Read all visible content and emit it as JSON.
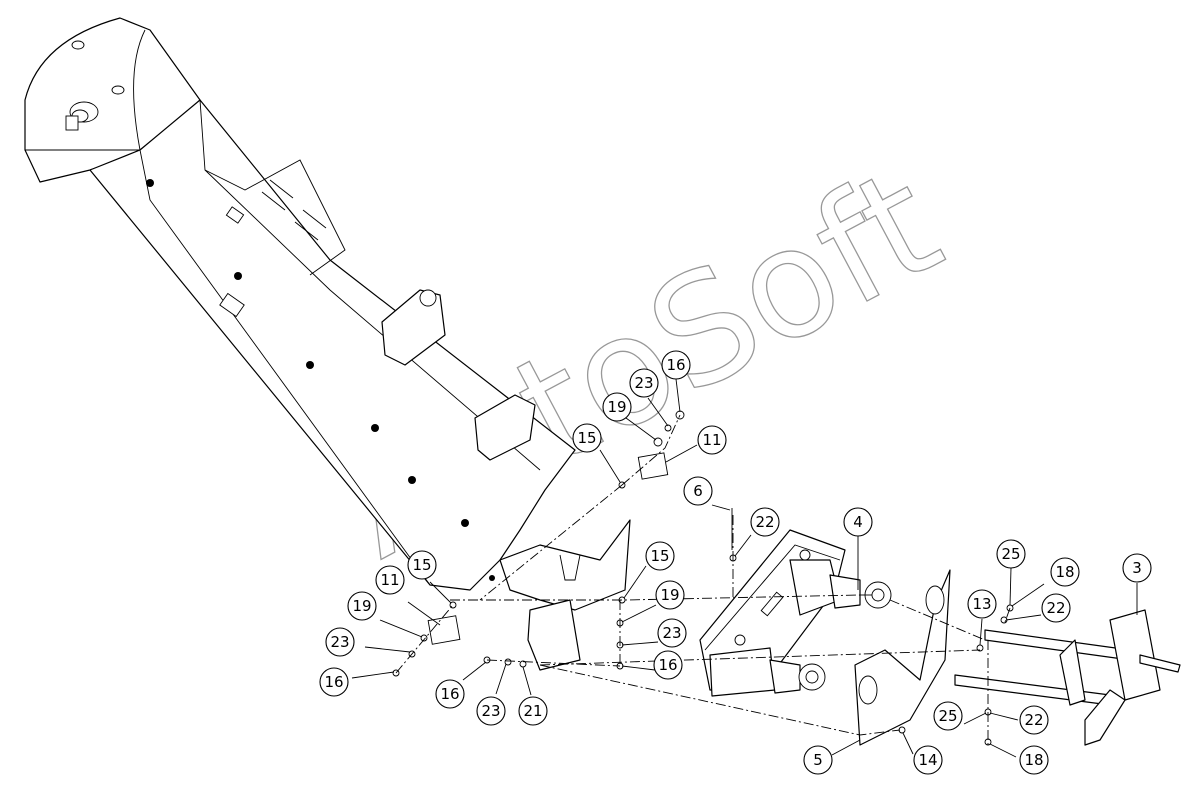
{
  "watermark": "AutoSoft",
  "callouts": [
    {
      "id": "c16a",
      "label": "16"
    },
    {
      "id": "c23a",
      "label": "23"
    },
    {
      "id": "c19a",
      "label": "19"
    },
    {
      "id": "c15a",
      "label": "15"
    },
    {
      "id": "c11a",
      "label": "11"
    },
    {
      "id": "c6",
      "label": "6"
    },
    {
      "id": "c22a",
      "label": "22"
    },
    {
      "id": "c4",
      "label": "4"
    },
    {
      "id": "c25a",
      "label": "25"
    },
    {
      "id": "c18a",
      "label": "18"
    },
    {
      "id": "c3",
      "label": "3"
    },
    {
      "id": "c13",
      "label": "13"
    },
    {
      "id": "c22b",
      "label": "22"
    },
    {
      "id": "c15b",
      "label": "15"
    },
    {
      "id": "c19b",
      "label": "19"
    },
    {
      "id": "c23b",
      "label": "23"
    },
    {
      "id": "c16b",
      "label": "16"
    },
    {
      "id": "c15c",
      "label": "15"
    },
    {
      "id": "c11b",
      "label": "11"
    },
    {
      "id": "c19c",
      "label": "19"
    },
    {
      "id": "c23c",
      "label": "23"
    },
    {
      "id": "c16c",
      "label": "16"
    },
    {
      "id": "c16d",
      "label": "16"
    },
    {
      "id": "c23d",
      "label": "23"
    },
    {
      "id": "c21",
      "label": "21"
    },
    {
      "id": "c25b",
      "label": "25"
    },
    {
      "id": "c22c",
      "label": "22"
    },
    {
      "id": "c18b",
      "label": "18"
    },
    {
      "id": "c5",
      "label": "5"
    },
    {
      "id": "c14",
      "label": "14"
    }
  ]
}
